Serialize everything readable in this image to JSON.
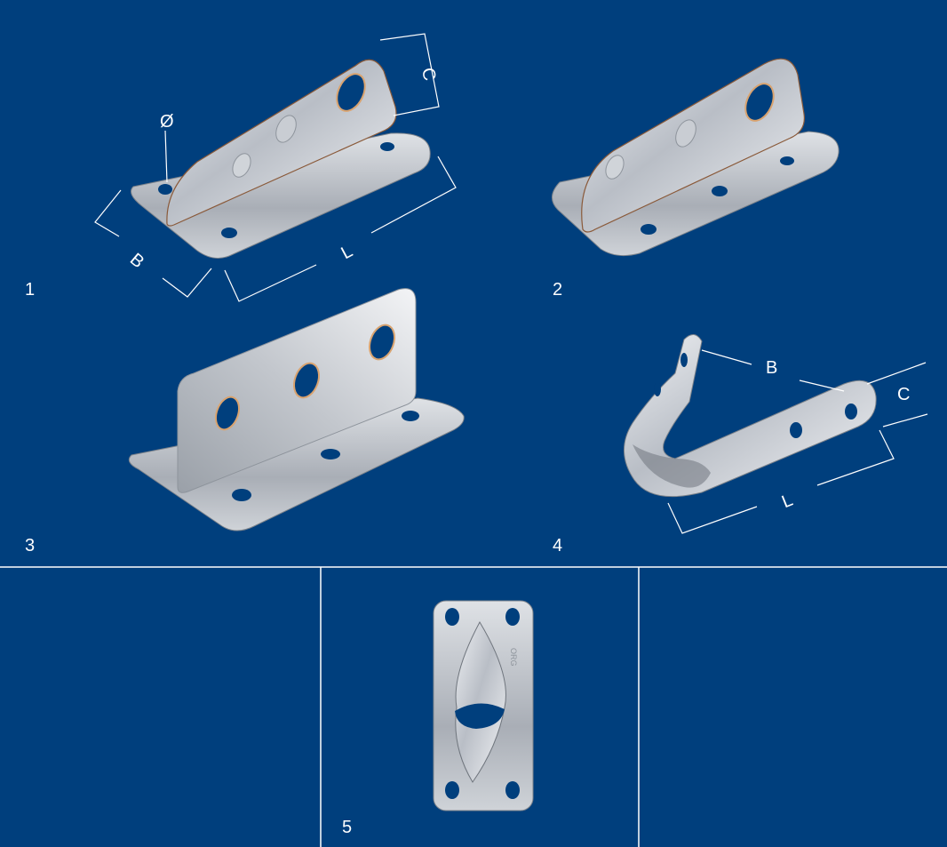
{
  "background_color": "#003f7d",
  "divider_color": "#ffffff",
  "metal_color": "#c8ccd2",
  "items": [
    {
      "number": "1",
      "product": "bracket-with-dimensions",
      "dimension_labels": {
        "diameter": "Ø",
        "height": "C",
        "width": "B",
        "length": "L"
      }
    },
    {
      "number": "2",
      "product": "bracket-rounded"
    },
    {
      "number": "3",
      "product": "angle-bracket"
    },
    {
      "number": "4",
      "product": "u-strap-with-dimensions",
      "dimension_labels": {
        "width": "B",
        "height": "C",
        "length": "L"
      }
    },
    {
      "number": "5",
      "product": "deck-eye-plate"
    }
  ]
}
